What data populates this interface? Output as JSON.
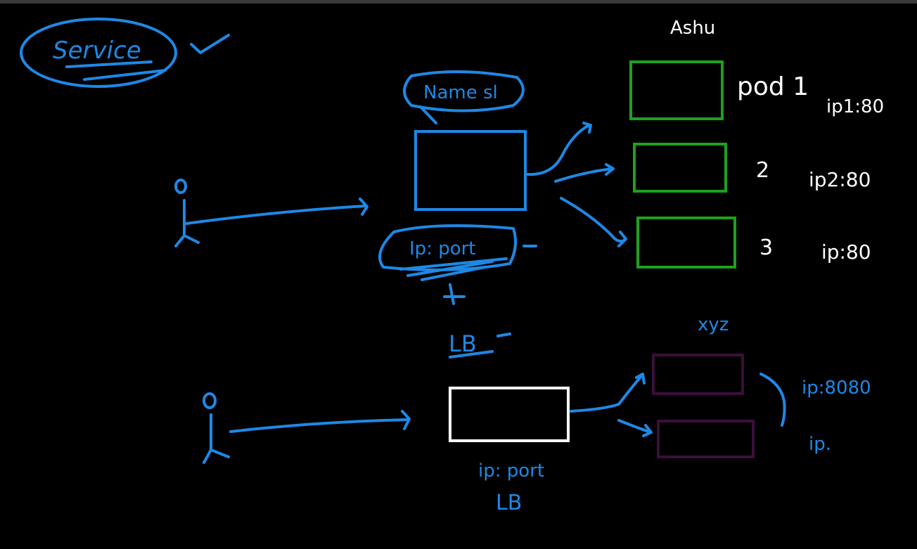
{
  "colors": {
    "background": "#000000",
    "blue_ink": "#1e88e5",
    "white_ink": "#ffffff",
    "green_box": "#1fa01f",
    "purple_box": "#3a0f3a"
  },
  "labels": {
    "title": "Service",
    "name": "Name sl",
    "owner": "Ashu",
    "ip_port": "Ip: port",
    "lb": "LB",
    "pod1": "pod 1",
    "pod1_ip": "ip1:80",
    "pod2": "2",
    "pod2_ip": "ip2:80",
    "pod3": "3",
    "pod3_ip": "ip:80",
    "xyz": "xyz",
    "ip_8080": "ip:8080",
    "ip_short": "ip.",
    "ip_port_bottom": "ip: port",
    "lb_bottom": "LB"
  }
}
